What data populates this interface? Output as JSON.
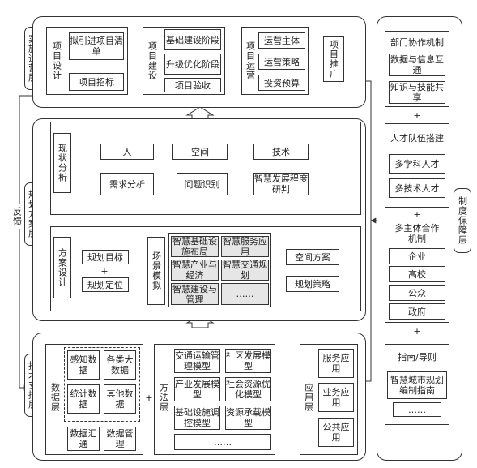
{
  "left_labels": {
    "implementation": "实施运营层",
    "planning": "规划方案层",
    "feedback": "反馈",
    "tech": "技术支撑层"
  },
  "right_label": "制度保障层",
  "top": {
    "design": "项目设计",
    "design_items": [
      "拟引进项目清单",
      "项目招标"
    ],
    "build": "项目建设",
    "build_items": [
      "基础建设阶段",
      "升级优化阶段",
      "项目验收"
    ],
    "operate": "项目运营",
    "operate_items": [
      "运营主体",
      "运营策略",
      "投资预算"
    ],
    "promote": "项目推广"
  },
  "analysis": {
    "title": "现状分析",
    "top_row": [
      "人",
      "空间",
      "技术"
    ],
    "bottom_row": [
      "需求分析",
      "问题识别",
      "智慧发展程度研判"
    ]
  },
  "scheme": {
    "title": "方案设计",
    "inputs": [
      "规划目标",
      "规划定位"
    ],
    "plus": "+",
    "scene": "场景模拟",
    "scenes": [
      "智慧基础设施布局",
      "智慧服务应用",
      "智慧产业与经济",
      "智慧交通规划",
      "智慧建设与管理",
      "……"
    ],
    "outputs": [
      "空间方案",
      "规划策略"
    ]
  },
  "tech": {
    "data_layer": "数据层",
    "data_items": [
      "感知数据",
      "各类大数据",
      "统计数据",
      "其他数据"
    ],
    "data_ops": [
      "数据汇通",
      "数据管理"
    ],
    "method_layer": "方法层",
    "methods": [
      "交通运输管理模型",
      "社区发展模型",
      "产业发展模型",
      "社会资源优化模型",
      "基础设施调控模型",
      "资源承载模型",
      "……"
    ],
    "app_layer": "应用层",
    "apps": [
      "服务应用",
      "业务应用",
      "公共应用"
    ],
    "plus": "+"
  },
  "institution": {
    "coop": "部门协作机制",
    "coop_items": [
      "数据与信息互通",
      "知识与技能共享"
    ],
    "talent": "人才队伍搭建",
    "talent_items": [
      "多学科人才",
      "多技术人才"
    ],
    "multi": "多主体合作机制",
    "multi_items": [
      "企业",
      "高校",
      "公众",
      "政府"
    ],
    "guide": "指南/导则",
    "guide_items": [
      "智慧城市规划编制指南",
      "……"
    ],
    "plus": "+"
  }
}
